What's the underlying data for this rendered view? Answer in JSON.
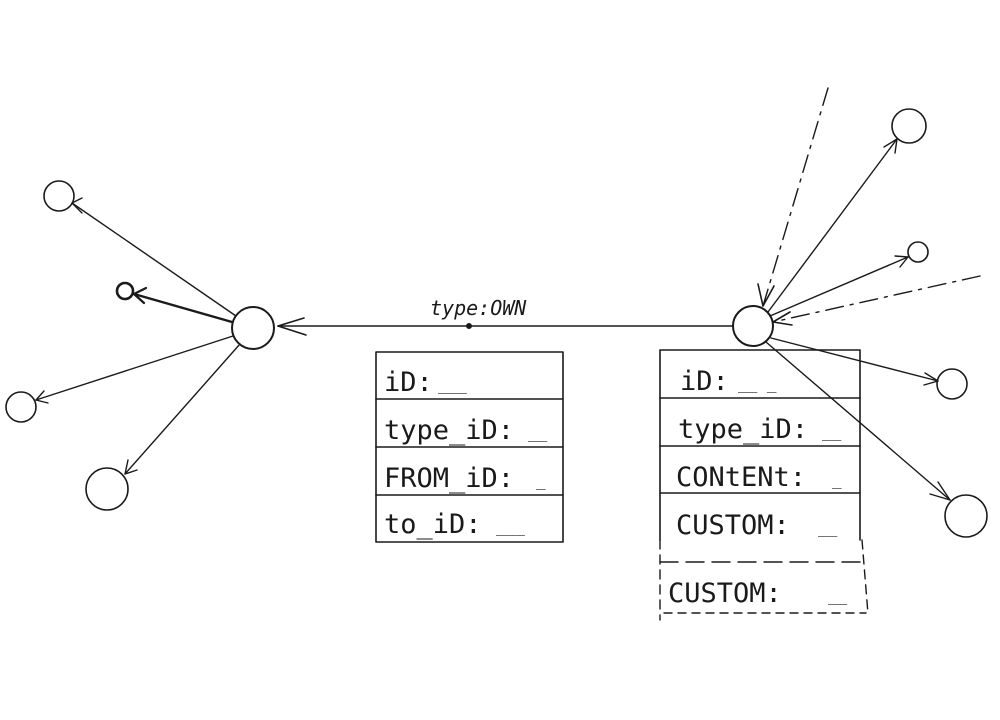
{
  "edge": {
    "label": "type:OWN"
  },
  "link_table": {
    "rows": [
      {
        "key": "iD:",
        "placeholder": "___"
      },
      {
        "key": "type_iD:",
        "placeholder": "__"
      },
      {
        "key": "FROM_iD:",
        "placeholder": "_"
      },
      {
        "key": "to_iD:",
        "placeholder": "___"
      }
    ]
  },
  "node_table": {
    "rows": [
      {
        "key": "iD:",
        "placeholder": "__ _"
      },
      {
        "key": "type_iD:",
        "placeholder": "__"
      },
      {
        "key": "CONtENt:",
        "placeholder": "_"
      },
      {
        "key": "CUSTOM:",
        "placeholder": "__"
      }
    ],
    "extra_rows": [
      {
        "key": "CUSTOM:",
        "placeholder": "__"
      }
    ]
  },
  "colors": {
    "ink": "#1a1a1a",
    "background": "#ffffff"
  }
}
